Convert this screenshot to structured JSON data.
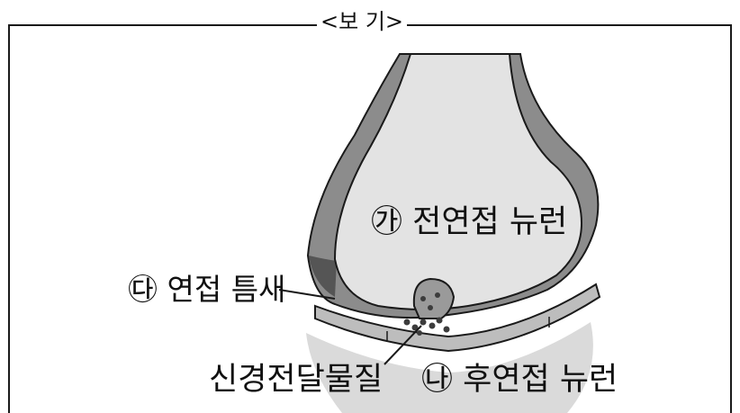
{
  "box_title": "<보 기>",
  "labels": {
    "presynaptic": "㉮ 전연접 뉴런",
    "synaptic_cleft": "㉰ 연접 틈새",
    "neurotransmitter": "신경전달물질",
    "postsynaptic": "㉯ 후연접 뉴런"
  },
  "colors": {
    "outline": "#1a1a1a",
    "membrane_gray": "#8c8c8c",
    "cell_fill": "#e3e3e3",
    "post_bg": "#dadada",
    "dark_band": "#555555",
    "dots": "#3c3c3c"
  }
}
